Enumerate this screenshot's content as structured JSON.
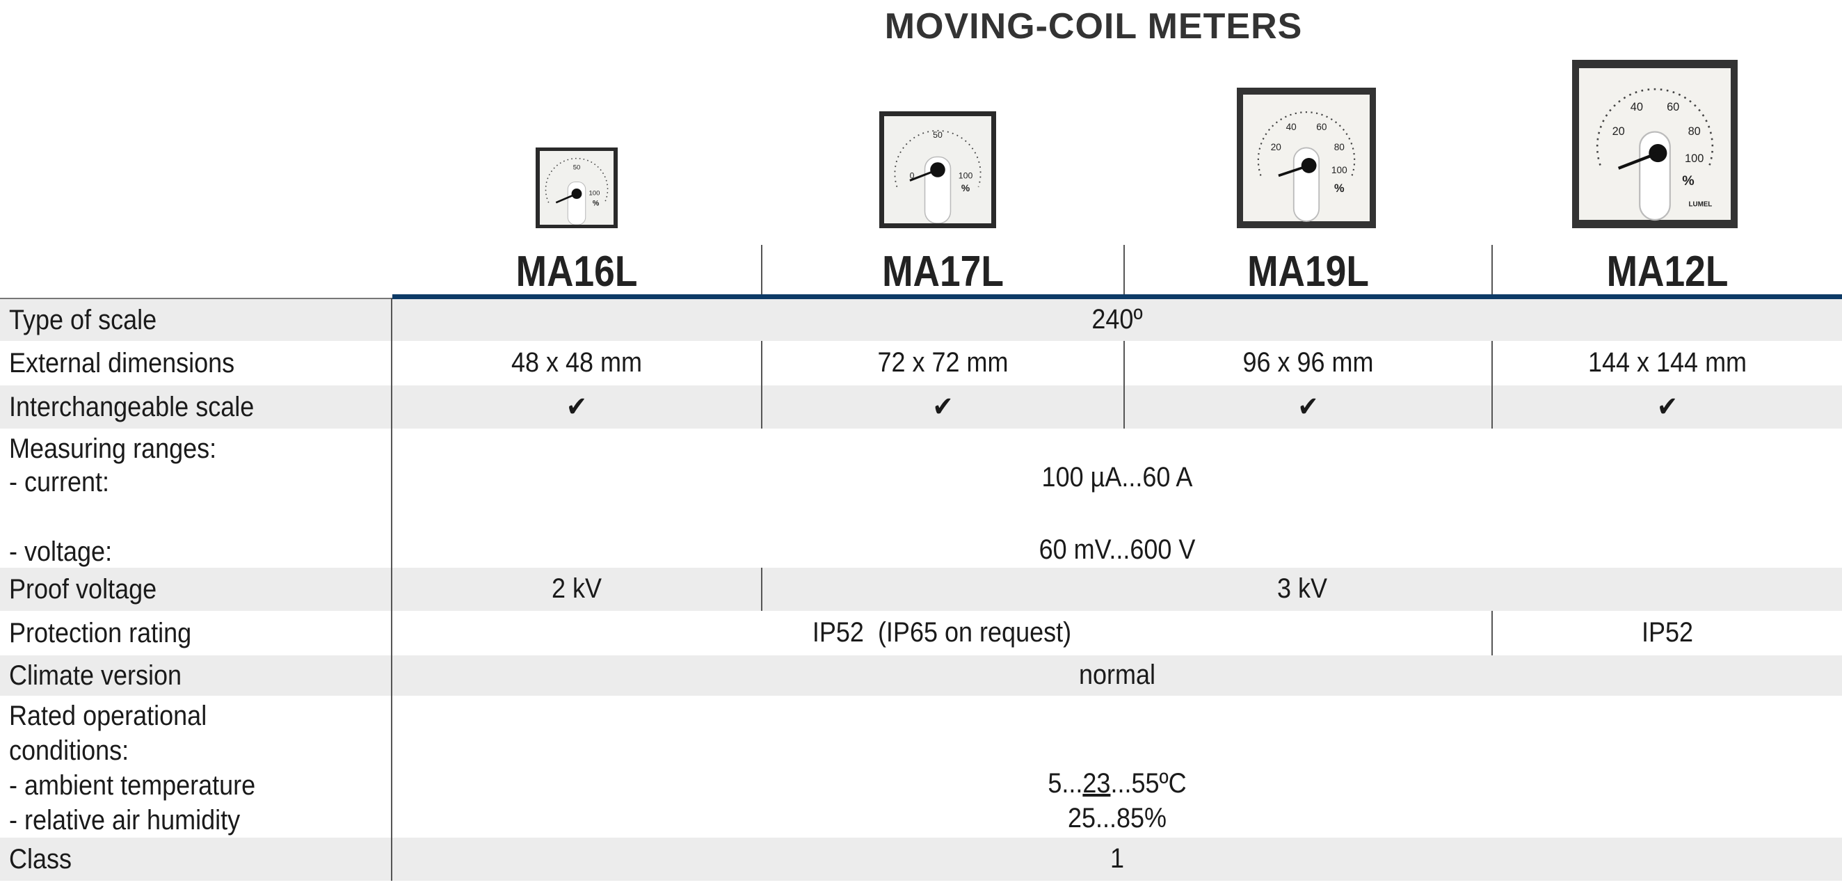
{
  "title": "MOVING-COIL METERS",
  "models": [
    "MA16L",
    "MA17L",
    "MA19L",
    "MA12L"
  ],
  "meter_icons": [
    "panel-meter-icon",
    "panel-meter-icon",
    "panel-meter-icon",
    "panel-meter-icon"
  ],
  "meter_faces": {
    "ma16l": {
      "top": "50",
      "mid": "100",
      "unit": "%"
    },
    "ma17l": {
      "top": "50",
      "left": "0",
      "mid": "100",
      "unit": "%"
    },
    "ma19l": {
      "s1": "20",
      "s2": "40",
      "s3": "60",
      "s4": "80",
      "s5": "100",
      "unit": "%"
    },
    "ma12l": {
      "s1": "20",
      "s2": "40",
      "s3": "60",
      "s4": "80",
      "s5": "100",
      "unit": "%",
      "brand": "LUMEL"
    }
  },
  "rows": {
    "type_of_scale": {
      "label": "Type of scale",
      "value": "240º"
    },
    "external_dimensions": {
      "label": "External dimensions",
      "values": [
        "48 x 48 mm",
        "72 x 72 mm",
        "96 x 96 mm",
        "144 x 144 mm"
      ]
    },
    "interchangeable_scale": {
      "label": "Interchangeable scale",
      "values": [
        "✔",
        "✔",
        "✔",
        "✔"
      ]
    },
    "measuring_ranges": {
      "label": "Measuring ranges:",
      "current_label": "- current:",
      "current_value": "100 µA...60 A",
      "voltage_label": "- voltage:",
      "voltage_value": "60 mV...600 V"
    },
    "proof_voltage": {
      "label": "Proof voltage",
      "values": [
        "2 kV",
        "3 kV"
      ]
    },
    "protection_rating": {
      "label": "Protection rating",
      "values": [
        "IP52  (IP65 on request)",
        "IP52"
      ]
    },
    "climate_version": {
      "label": "Climate version",
      "value": "normal"
    },
    "rated_conditions": {
      "label_1": "Rated operational",
      "label_2": "conditions:",
      "temp_label": "- ambient temperature",
      "temp_value_a": "5...",
      "temp_value_b": "23",
      "temp_value_c": "...55ºC",
      "humidity_label": "- relative air humidity",
      "humidity_value": "25...85%"
    },
    "class": {
      "label": "Class",
      "value": "1"
    }
  }
}
